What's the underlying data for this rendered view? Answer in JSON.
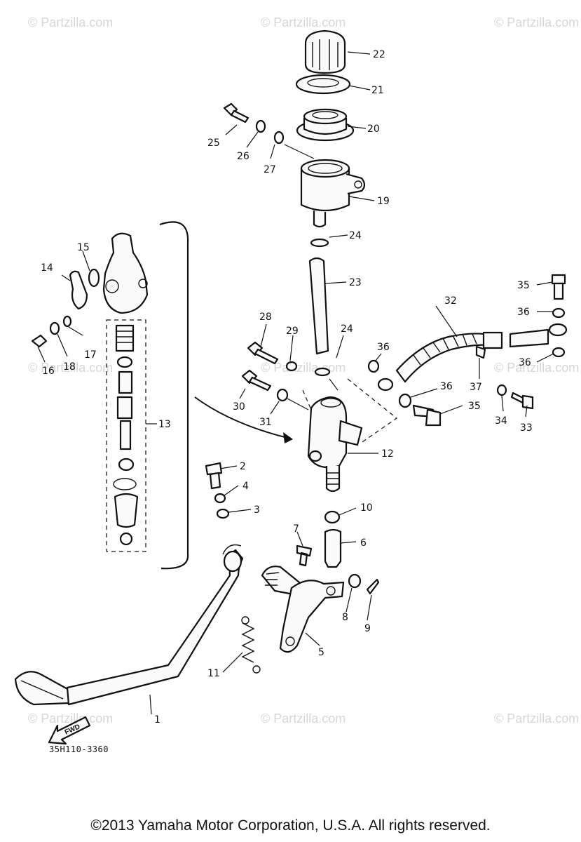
{
  "watermark": "© Partzilla.com",
  "diagram_code": "35H110-3360",
  "copyright": "©2013 Yamaha Motor Corporation, U.S.A. All rights reserved.",
  "fwd_label": "FWD",
  "callouts": {
    "c1": "1",
    "c2": "2",
    "c3": "3",
    "c4": "4",
    "c5": "5",
    "c6": "6",
    "c7": "7",
    "c8": "8",
    "c9": "9",
    "c10": "10",
    "c11": "11",
    "c12": "12",
    "c13": "13",
    "c14": "14",
    "c15": "15",
    "c16": "16",
    "c17": "17",
    "c18": "18",
    "c19": "19",
    "c20": "20",
    "c21": "21",
    "c22": "22",
    "c23": "23",
    "c24a": "24",
    "c24b": "24",
    "c25": "25",
    "c26": "26",
    "c27": "27",
    "c28": "28",
    "c29": "29",
    "c30": "30",
    "c31": "31",
    "c32": "32",
    "c33": "33",
    "c34": "34",
    "c35a": "35",
    "c35b": "35",
    "c36a": "36",
    "c36b": "36",
    "c36c": "36",
    "c36d": "36",
    "c37": "37"
  }
}
